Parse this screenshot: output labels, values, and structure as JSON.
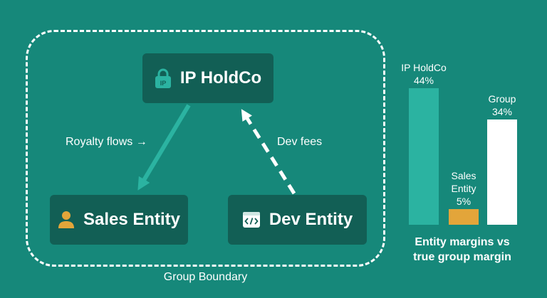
{
  "diagram": {
    "boundary_label": "Group Boundary",
    "nodes": {
      "ip": {
        "label": "IP HoldCo",
        "icon": "lock-icon"
      },
      "sales": {
        "label": "Sales Entity",
        "icon": "person-icon"
      },
      "dev": {
        "label": "Dev Entity",
        "icon": "code-window-icon"
      }
    },
    "flows": {
      "royalty": {
        "label": "Royalty flows →",
        "from": "IP HoldCo",
        "to": "Sales Entity",
        "style": "solid"
      },
      "dev_fees": {
        "label": "Dev fees",
        "from": "Dev Entity",
        "to": "IP HoldCo",
        "style": "dashed"
      }
    }
  },
  "chart_data": {
    "type": "bar",
    "title": "",
    "caption": "Entity margins vs true group margin",
    "categories": [
      "IP HoldCo",
      "Sales Entity",
      "Group"
    ],
    "values": [
      44,
      5,
      34
    ],
    "value_labels": [
      "44%",
      "5%",
      "34%"
    ],
    "category_labels": [
      [
        "IP HoldCo"
      ],
      [
        "Sales",
        "Entity"
      ],
      [
        "Group"
      ]
    ],
    "unit": "%",
    "ylim": [
      0,
      44
    ],
    "colors": [
      "#2bb3a1",
      "#e3a53a",
      "#ffffff"
    ]
  },
  "colors": {
    "background": "#16887a",
    "node": "#125f55",
    "accent_teal": "#2bb3a1",
    "icon_gold": "#e3a53a"
  }
}
